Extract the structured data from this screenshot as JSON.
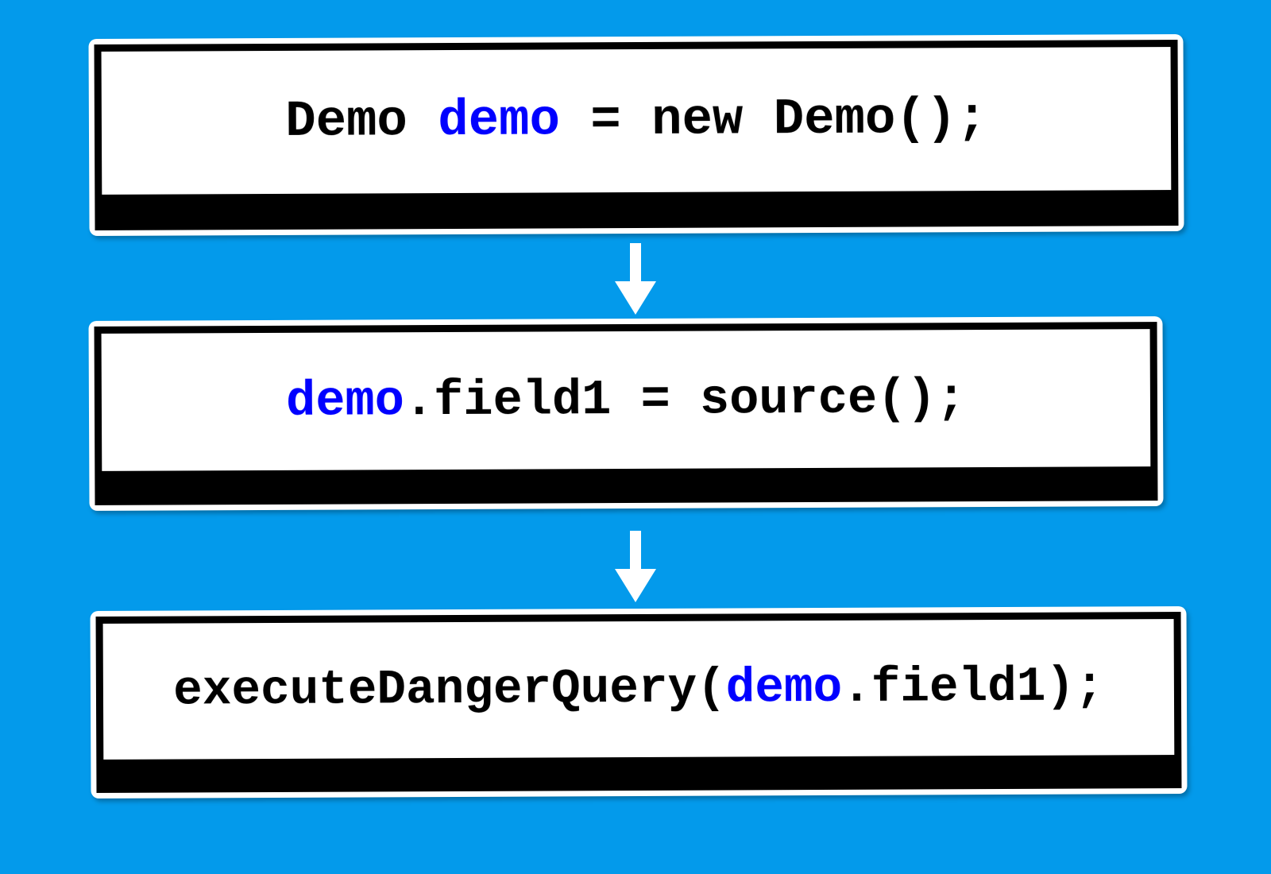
{
  "background_color": "#039AEB",
  "accent_color": "#0000FF",
  "box_border_color": "#000000",
  "box_frame_color": "#FFFFFF",
  "arrow_color": "#FFFFFF",
  "diagram": {
    "title": "taint-flow-steps",
    "steps": [
      {
        "id": "step-1",
        "segments": [
          {
            "text": "Demo ",
            "highlight": false
          },
          {
            "text": "demo",
            "highlight": true
          },
          {
            "text": " = new Demo();",
            "highlight": false
          }
        ],
        "full_text": "Demo demo = new Demo();"
      },
      {
        "id": "step-2",
        "segments": [
          {
            "text": "demo",
            "highlight": true
          },
          {
            "text": ".field1 = source();",
            "highlight": false
          }
        ],
        "full_text": "demo.field1 = source();"
      },
      {
        "id": "step-3",
        "segments": [
          {
            "text": "executeDangerQuery(",
            "highlight": false
          },
          {
            "text": "demo",
            "highlight": true
          },
          {
            "text": ".field1);",
            "highlight": false
          }
        ],
        "full_text": "executeDangerQuery(demo.field1);"
      }
    ],
    "connectors": [
      {
        "id": "connector-1",
        "icon": "arrow-down-icon",
        "from": "step-1",
        "to": "step-2"
      },
      {
        "id": "connector-2",
        "icon": "arrow-down-icon",
        "from": "step-2",
        "to": "step-3"
      }
    ]
  }
}
